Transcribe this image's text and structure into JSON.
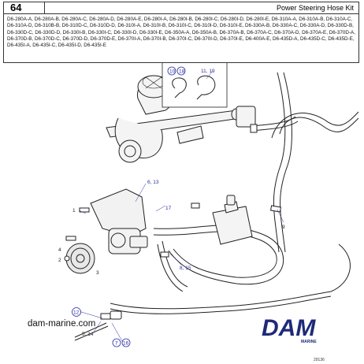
{
  "header": {
    "page_number": "64",
    "title": "Power Steering Hose Kit"
  },
  "models_text": "D6-280A-A, D6-280A-B, D6-280A-C, D6-280A-D, D6-280A-E, D6-280I-A, D6-280I-B, D6-280I-C, D6-280I-D, D6-280I-E, D6-310A-A, D6-310A-B, D6-310A-C, D6-310A-D, D6-310B-B, D6-310D-C, D6-310D-D, D6-310I-A, D6-310I-B, D6-310I-C, D6-310I-D, D6-310I-E, D6-330A-B, D6-330A-C, D6-330A-D, D6-330D-B, D6-330D-C, D6-330D-D, D6-330I-B, D6-330I-C, D6-330I-D, D6-330I-E, D6-350A-A, D6-350A-B, D6-370A-B, D6-370A-C, D6-370A-D, D6-370A-E, D6-370D-A, D6-370D-B, D6-370D-C, D6-370D-D, D6-370D-E, D6-370I-A, D6-370I-B, D6-370I-C, D6-370I-D, D6-370I-E, D6-400A-E, D6-435D-A, D6-435D-C, D6-435D-E, D6-435I-A, D6-435I-C, D6-435I-D, D6-435I-E",
  "callouts": {
    "c10": "10",
    "c18": "18",
    "c11_19": "11, 19",
    "c6_13": "6, 13",
    "c17": "17",
    "c1": "1",
    "c4": "4",
    "c2": "2",
    "c3": "3",
    "c8_15": "8, 15",
    "c9": "9",
    "c12": "12",
    "c5_14": "5, 14",
    "c7": "7",
    "c16": "16"
  },
  "footer": {
    "website": "dam-marine.com",
    "logo_text": "DAM",
    "logo_sub": "MARINE",
    "figure_ref": "29136"
  }
}
